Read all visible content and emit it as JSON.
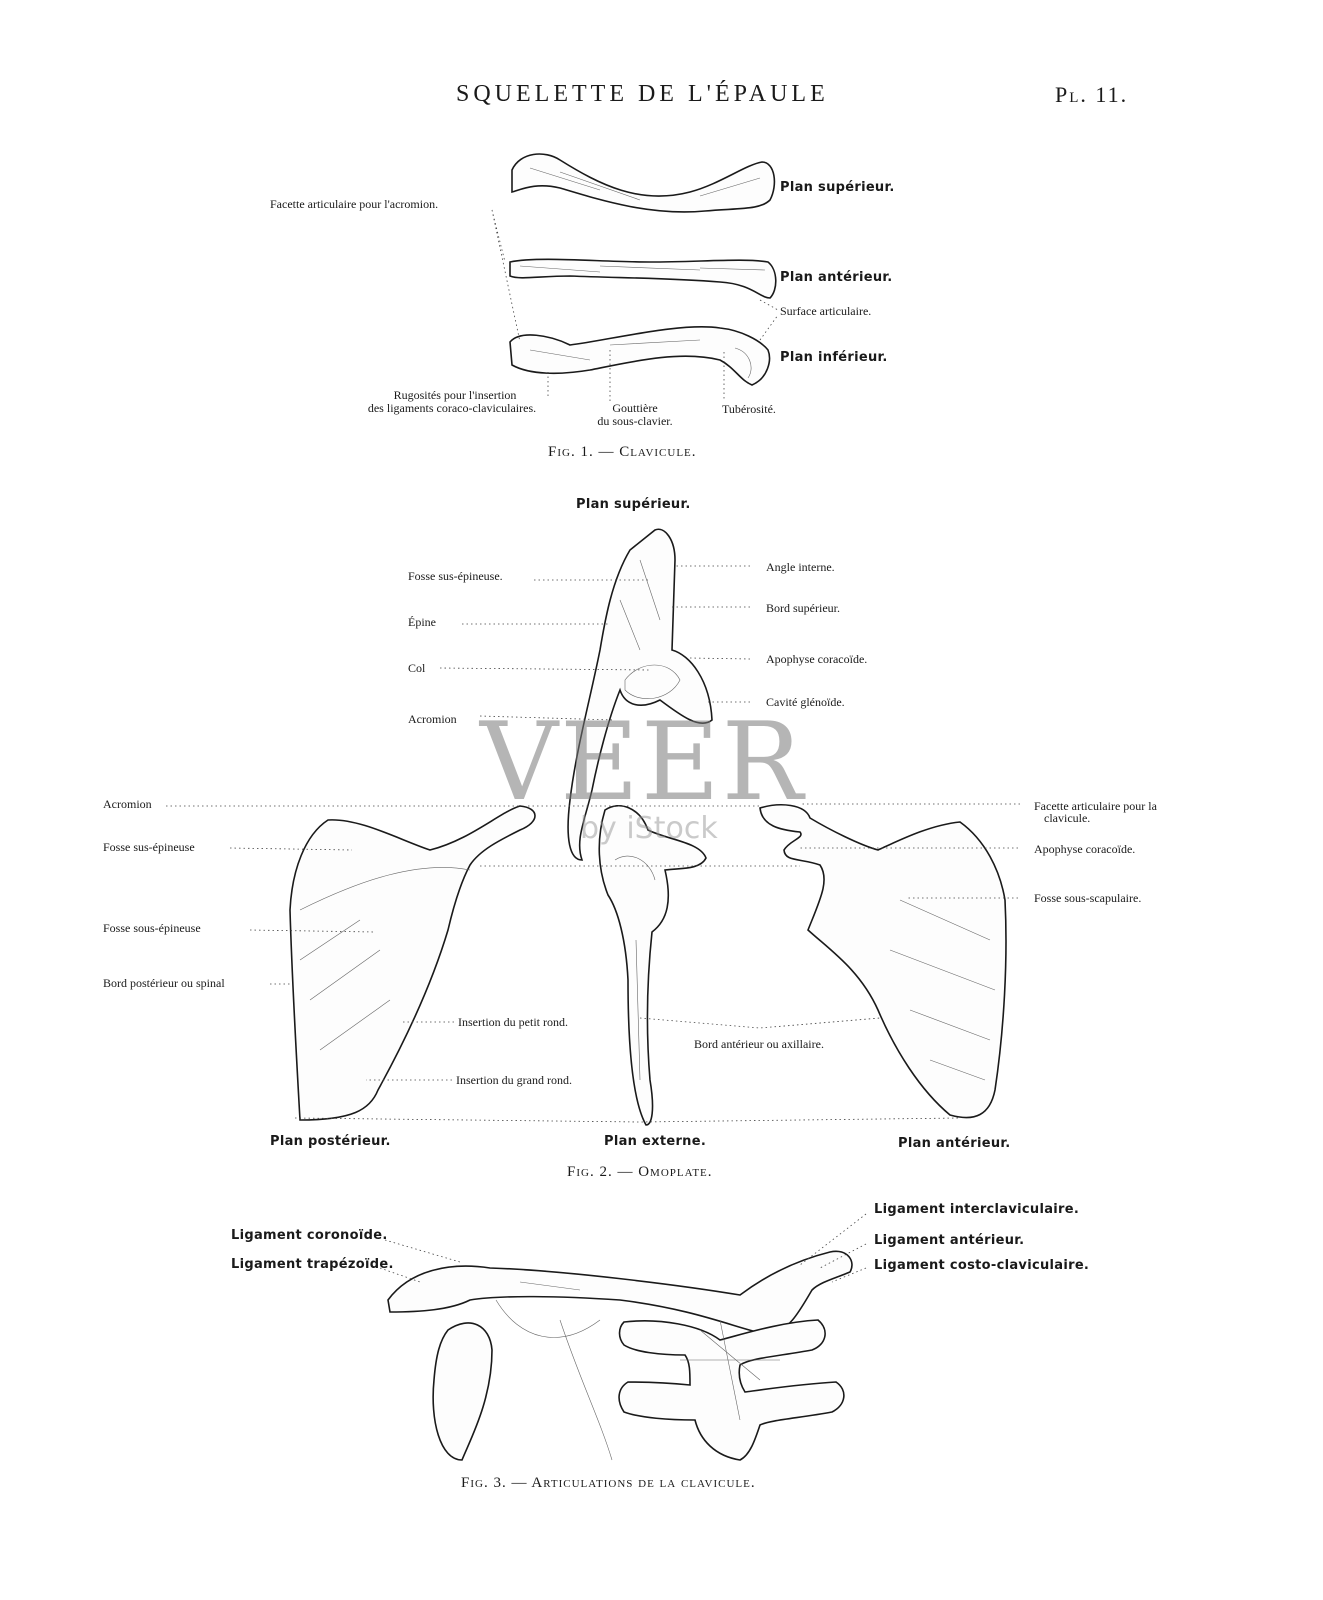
{
  "header": {
    "title": "SQUELETTE DE L'ÉPAULE",
    "plate_number": "Pl. 11."
  },
  "fig1": {
    "caption": "Fig. 1. — Clavicule.",
    "labels": {
      "facette": "Facette articulaire pour l'acromion.",
      "plan_superieur": "Plan supérieur.",
      "plan_anterieur": "Plan antérieur.",
      "surface_articulaire": "Surface articulaire.",
      "plan_inferieur": "Plan inférieur.",
      "rugosites_1": "Rugosités pour l'insertion",
      "rugosites_2": "des ligaments coraco-claviculaires.",
      "gouttiere_1": "Gouttière",
      "gouttiere_2": "du sous-clavier.",
      "tuberosite": "Tubérosité."
    }
  },
  "fig2": {
    "caption": "Fig. 2. — Omoplate.",
    "labels": {
      "top_plan": "Plan supérieur.",
      "fosse_sus_top": "Fosse sus-épineuse.",
      "epine": "Épine",
      "col": "Col",
      "acromion_top": "Acromion",
      "angle_interne": "Angle interne.",
      "bord_superieur": "Bord supérieur.",
      "apophyse_top": "Apophyse coracoïde.",
      "cavite": "Cavité glénoïde.",
      "acromion_left": "Acromion",
      "fosse_sus_left": "Fosse sus-épineuse",
      "fosse_sous_ep": "Fosse sous-épineuse",
      "bord_posterieur": "Bord postérieur ou spinal",
      "facette_1": "Facette articulaire pour la",
      "facette_2": "clavicule.",
      "apophyse_right": "Apophyse coracoïde.",
      "fosse_sous_scap": "Fosse sous-scapulaire.",
      "insertion_petit": "Insertion du petit rond.",
      "insertion_grand": "Insertion du grand rond.",
      "bord_anterieur": "Bord antérieur ou axillaire.",
      "plan_posterieur": "Plan postérieur.",
      "plan_externe": "Plan externe.",
      "plan_anterieur": "Plan antérieur."
    }
  },
  "fig3": {
    "caption": "Fig. 3. — Articulations de la clavicule.",
    "labels": {
      "coronoide": "Ligament coronoïde.",
      "trapezoide": "Ligament trapézoïde.",
      "interclaviculaire": "Ligament interclaviculaire.",
      "anterieur": "Ligament antérieur.",
      "costo": "Ligament costo-claviculaire."
    }
  },
  "watermark": {
    "main": "VEER",
    "sub": "by iStock"
  }
}
